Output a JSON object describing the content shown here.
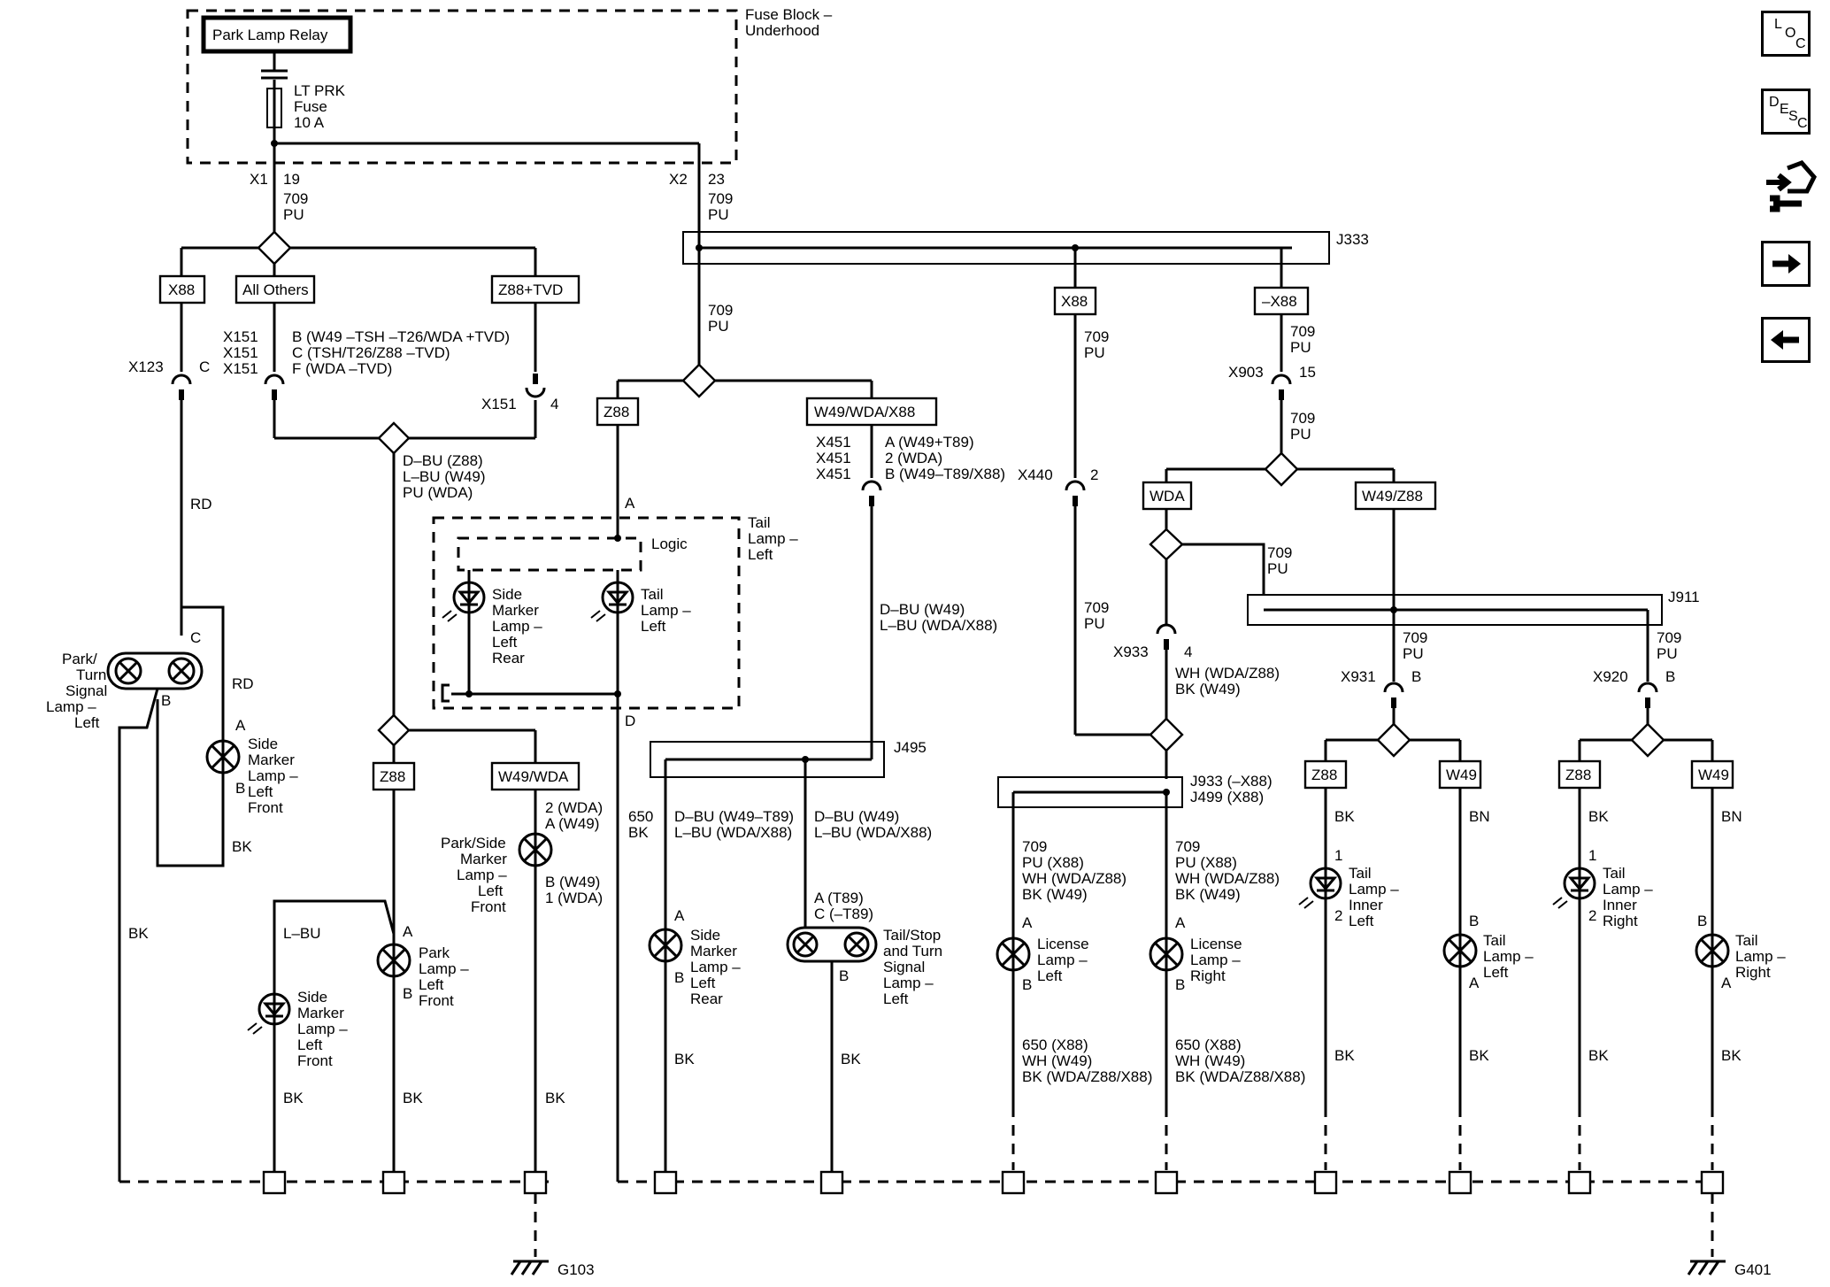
{
  "fuse_block": {
    "title": "Fuse Block –",
    "subtitle": "Underhood",
    "relay": "Park Lamp Relay",
    "fuse": [
      "LT PRK",
      "Fuse",
      "10 A"
    ]
  },
  "wire_labels": {
    "x1": "X1",
    "x1_pin": "19",
    "x2": "X2",
    "x2_pin": "23",
    "c709": "709",
    "pu": "PU",
    "rd": "RD",
    "bk": "BK",
    "bn": "BN",
    "lbu": "L–BU",
    "dbu_z88": "D–BU (Z88)",
    "lbu_w49": "L–BU (W49)",
    "pu_wda": "PU (WDA)",
    "dbu_w49": "D–BU (W49)",
    "lbu_wda_x88": "L–BU (WDA/X88)",
    "dbu_w49_t89": "D–BU (W49–T89)",
    "c650": "650",
    "wh_wda_z88": "WH (WDA/Z88)",
    "bk_w49": "BK (W49)",
    "pu_x88": "PU (X88)",
    "c709_x88": "709",
    "c650_x88": "650 (X88)",
    "wh_w49": "WH (W49)",
    "bk_wda_z88_x88": "BK (WDA/Z88/X88)"
  },
  "options": [
    "X88",
    "All Others",
    "Z88+TVD",
    "Z88",
    "W49/WDA/X88",
    "X88",
    "–X88",
    "WDA",
    "W49/Z88",
    "Z88",
    "W49/WDA",
    "Z88",
    "W49",
    "Z88",
    "W49"
  ],
  "connectors": {
    "x123": "X123",
    "x123_pin": "C",
    "x151": "X151",
    "x151_b": "B (W49 –TSH –T26/WDA +TVD)",
    "x151_c": "C (TSH/T26/Z88 –TVD)",
    "x151_f": "F (WDA –TVD)",
    "x151_4": "X151",
    "x151_4_pin": "4",
    "x451": "X451",
    "x451_a": "A (W49+T89)",
    "x451_2": "2 (WDA)",
    "x451_b": "B (W49–T89/X88)",
    "x440": "X440",
    "x440_pin": "2",
    "x903": "X903",
    "x903_pin": "15",
    "x933": "X933",
    "x933_pin": "4",
    "x931": "X931",
    "x931_pin": "B",
    "x920": "X920",
    "x920_pin": "B"
  },
  "splices": {
    "j333": "J333",
    "j495": "J495",
    "j911": "J911",
    "j933": "J933 (–X88)",
    "j499": "J499 (X88)"
  },
  "components": {
    "tail_module": [
      "Tail",
      "Lamp –",
      "Left"
    ],
    "logic": "Logic",
    "side_marker_left_rear_led": [
      "Side",
      "Marker",
      "Lamp –",
      "Left",
      "Rear"
    ],
    "tail_lamp_left_led": [
      "Tail",
      "Lamp –",
      "Left"
    ],
    "park_turn_left": [
      "Park/",
      "Turn",
      "Signal",
      "Lamp –",
      "Left"
    ],
    "side_marker_left_front": [
      "Side",
      "Marker",
      "Lamp –",
      "Left",
      "Front"
    ],
    "park_side_marker": [
      "Park/Side",
      "Marker",
      "Lamp –",
      "Left",
      "Front"
    ],
    "park_lamp_left_front": [
      "Park",
      "Lamp –",
      "Left",
      "Front"
    ],
    "side_marker_left_front_led": [
      "Side",
      "Marker",
      "Lamp –",
      "Left",
      "Front"
    ],
    "side_marker_left_rear": [
      "Side",
      "Marker",
      "Lamp –",
      "Left",
      "Rear"
    ],
    "tail_stop_turn": [
      "Tail/Stop",
      "and Turn",
      "Signal",
      "Lamp –",
      "Left"
    ],
    "license_left": [
      "License",
      "Lamp –",
      "Left"
    ],
    "license_right": [
      "License",
      "Lamp –",
      "Right"
    ],
    "tail_inner_left": [
      "Tail",
      "Lamp –",
      "Inner",
      "Left"
    ],
    "tail_left": [
      "Tail",
      "Lamp –",
      "Left"
    ],
    "tail_inner_right": [
      "Tail",
      "Lamp –",
      "Inner",
      "Right"
    ],
    "tail_right": [
      "Tail",
      "Lamp –",
      "Right"
    ]
  },
  "pins": {
    "a": "A",
    "b": "B",
    "c": "C",
    "d": "D",
    "p1": "1",
    "p2": "2",
    "park_side_top": [
      "2 (WDA)",
      "A (W49)"
    ],
    "park_side_bot": [
      "B (W49)",
      "1 (WDA)"
    ],
    "tss_top": [
      "A (T89)",
      "C (–T89)"
    ]
  },
  "grounds": {
    "g103": "G103",
    "g401": "G401"
  },
  "nav": {
    "loc": [
      "L",
      "O",
      "C"
    ],
    "desc": [
      "D",
      "E",
      "S",
      "C"
    ],
    "arrow_right": "➔",
    "arrow_left": "←"
  }
}
